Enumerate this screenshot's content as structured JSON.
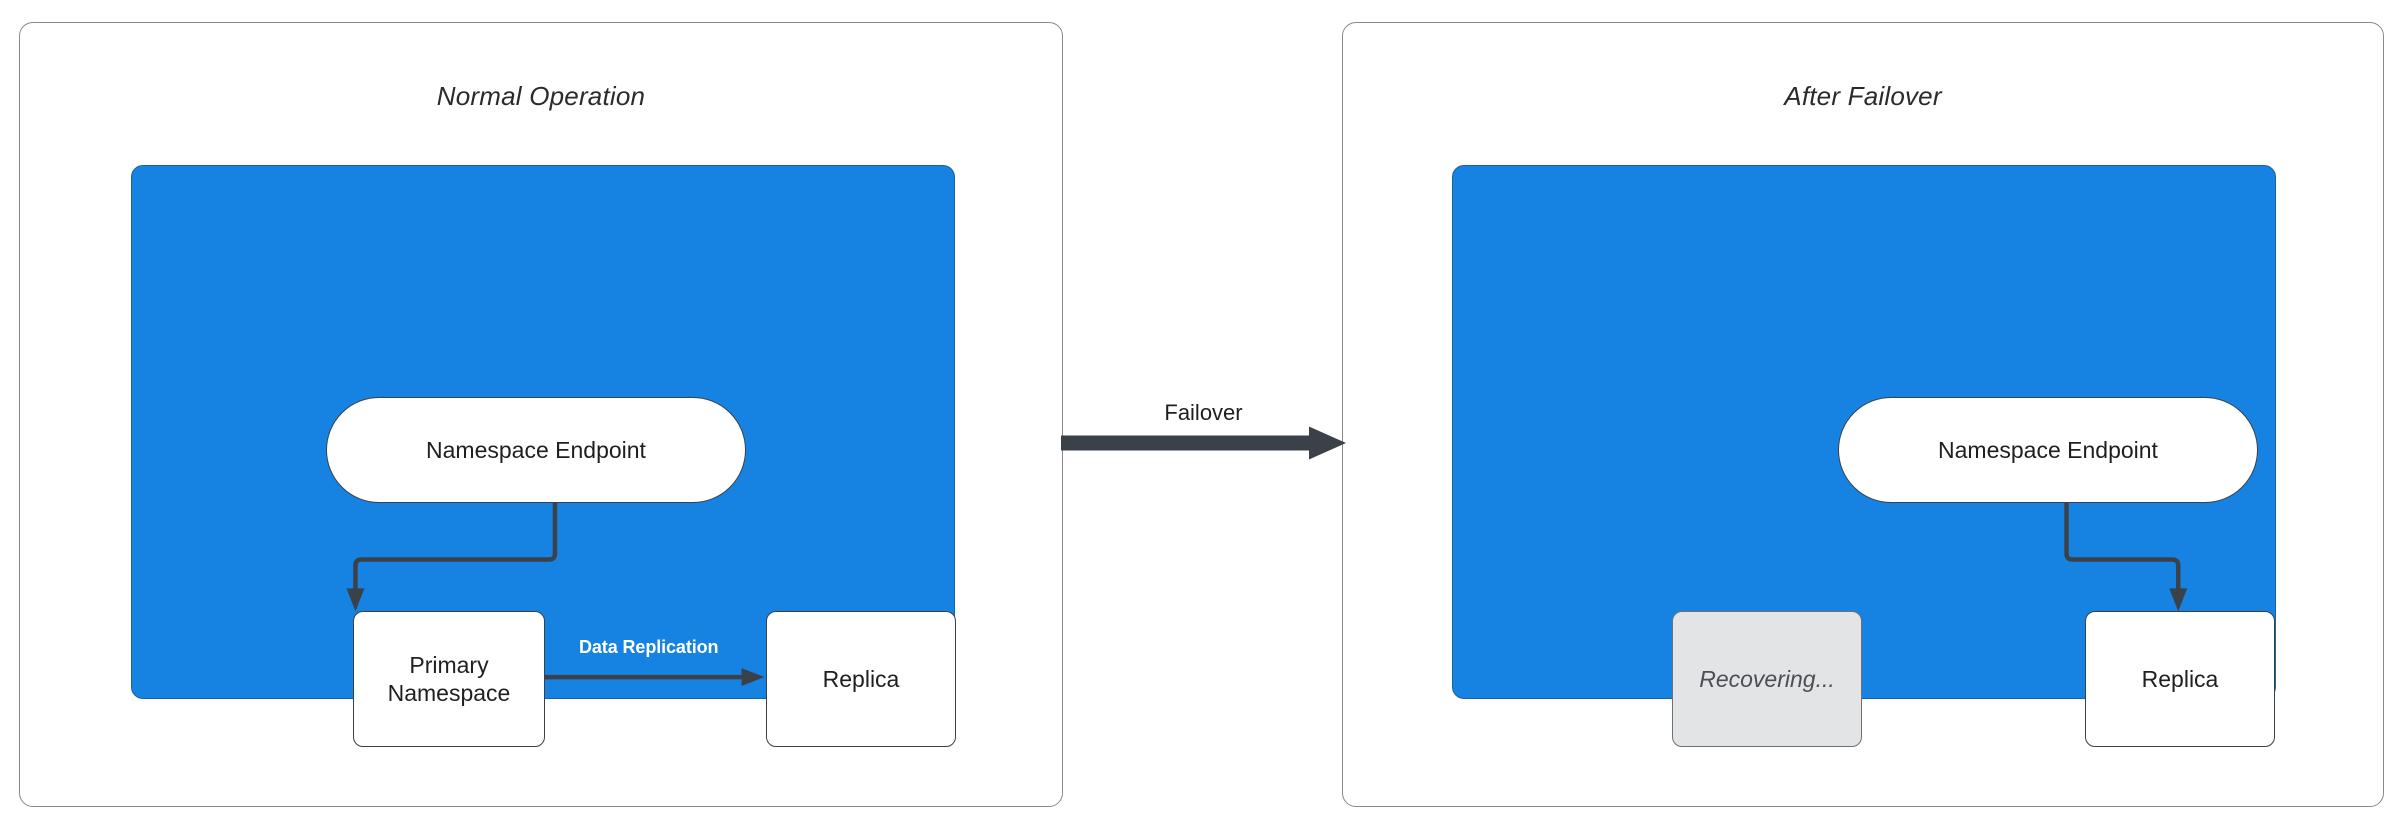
{
  "diagram": {
    "title_left": "Normal Operation",
    "title_right": "After Failover",
    "transition_label": "Failover",
    "colors": {
      "cluster_blue": "#1683e2",
      "cluster_border": "#16659e",
      "node_border": "#3b4149",
      "node_fill": "#ffffff",
      "recovering_fill": "#e2e4e6",
      "recovering_text": "#4a4f55",
      "panel_border": "#8a8a8a",
      "connector": "#3b4149",
      "edge_label_text": "#ffffff",
      "page_background": "#ffffff"
    }
  },
  "panels": [
    {
      "id": "normal-operation",
      "title": "Normal Operation",
      "cluster": {
        "nodes": [
          {
            "id": "endpoint",
            "label": "Namespace Endpoint",
            "shape": "pill",
            "state": "active"
          },
          {
            "id": "primary",
            "label": "Primary Namespace",
            "shape": "rect",
            "state": "active"
          },
          {
            "id": "replica",
            "label": "Replica",
            "shape": "rect",
            "state": "active"
          }
        ],
        "edges": [
          {
            "from": "endpoint",
            "to": "primary",
            "label": ""
          },
          {
            "from": "primary",
            "to": "replica",
            "label": "Data Replication"
          }
        ]
      }
    },
    {
      "id": "after-failover",
      "title": "After Failover",
      "cluster": {
        "nodes": [
          {
            "id": "endpoint",
            "label": "Namespace Endpoint",
            "shape": "pill",
            "state": "active"
          },
          {
            "id": "recovering",
            "label": "Recovering...",
            "shape": "rect",
            "state": "disabled"
          },
          {
            "id": "replica",
            "label": "Replica",
            "shape": "rect",
            "state": "active"
          }
        ],
        "edges": [
          {
            "from": "endpoint",
            "to": "replica",
            "label": ""
          }
        ]
      }
    }
  ],
  "labels": {
    "namespace_endpoint": "Namespace Endpoint",
    "primary_namespace": "Primary Namespace",
    "replica": "Replica",
    "recovering": "Recovering...",
    "data_replication": "Data Replication",
    "failover": "Failover"
  }
}
